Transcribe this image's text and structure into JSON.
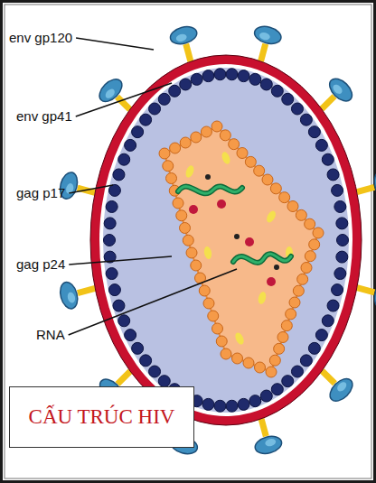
{
  "diagram": {
    "nodes": [
      {
        "text": [
          "CẤU TRÚC HIV"
        ]
      }
    ],
    "labels": [
      "env gp120",
      "env gp41",
      "gag p17",
      "gag p24",
      "RNA"
    ]
  }
}
